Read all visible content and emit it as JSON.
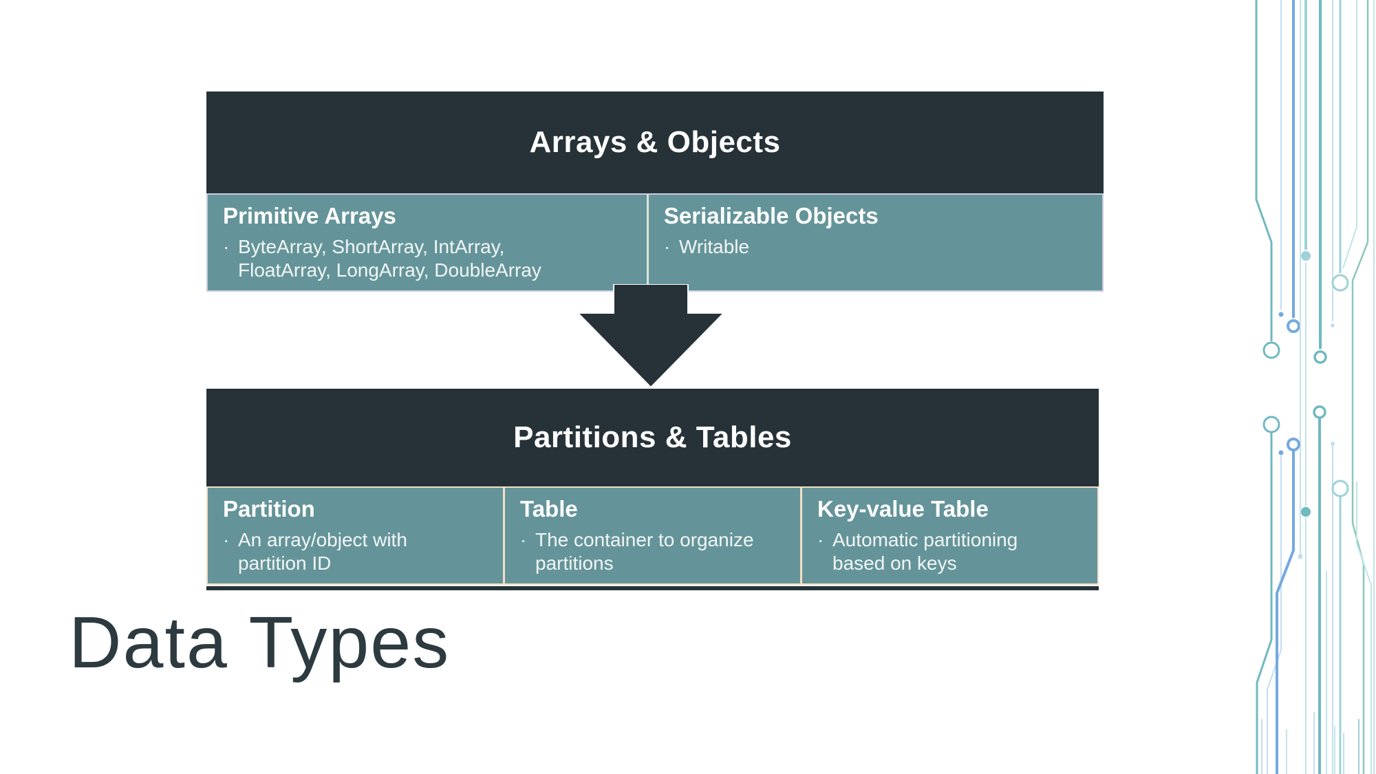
{
  "title": "Data Types",
  "bullet_char": "·",
  "diagram": {
    "top_box": {
      "header": "Arrays & Objects",
      "cells": [
        {
          "title": "Primitive Arrays",
          "bullet_lines": [
            "ByteArray, ShortArray, IntArray,",
            "FloatArray, LongArray, DoubleArray"
          ]
        },
        {
          "title": "Serializable Objects",
          "bullet_lines": [
            "Writable"
          ]
        }
      ]
    },
    "bottom_box": {
      "header": "Partitions & Tables",
      "cells": [
        {
          "title": "Partition",
          "bullet_lines": [
            "An array/object with",
            "partition ID"
          ]
        },
        {
          "title": "Table",
          "bullet_lines": [
            "The container to organize",
            "partitions"
          ]
        },
        {
          "title": "Key-value Table",
          "bullet_lines": [
            "Automatic partitioning",
            "based on keys"
          ]
        }
      ]
    }
  },
  "icons": {
    "arrow": "down-arrow",
    "right_decoration": "circuit-board-traces"
  },
  "colors": {
    "header_bg": "#263238",
    "cell_bg": "#649499",
    "top_table_border": "#c9cede",
    "bottom_table_border": "#f2dfc7",
    "title_text": "#2d3a40",
    "decor_teal": "#6fb9bf",
    "decor_blue": "#74a9de",
    "decor_pale_teal": "#9ed2d6",
    "decor_pale_blue": "#c3ddf2",
    "decor_pale_cyan": "#c2e4e8",
    "decor_green": "#8cc7bb"
  }
}
